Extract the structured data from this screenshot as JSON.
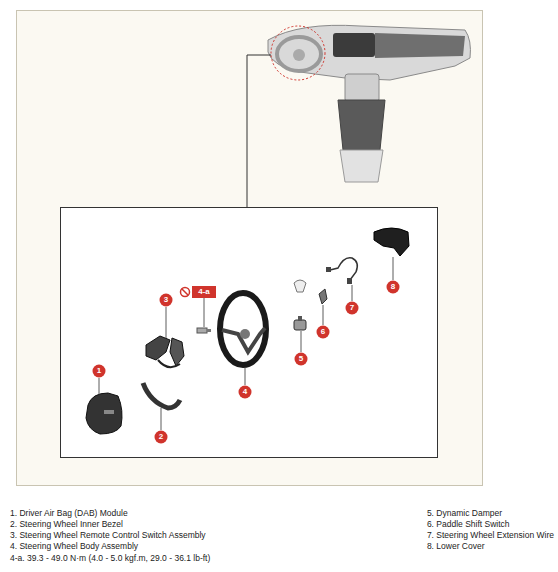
{
  "diagram": {
    "labels": [
      "1",
      "2",
      "3",
      "4-a",
      "4",
      "5",
      "6",
      "7",
      "8",
      "1. Driver Air Bag (DAB) Module",
      "2. Steering Wheel Inner Bezel",
      "3. Steering Wheel Remote Control Switch Assembly",
      "4. Steering Wheel Body Assembly",
      "4-a. 39.3 - 49.0 N·m (4.0 - 5.0 kgf.m, 29.0 - 36.1 lb-ft)",
      "5. Dynamic Damper",
      "6. Paddle Shift Switch",
      "7. Steering Wheel Extension Wire",
      "8. Lower Cover"
    ]
  }
}
